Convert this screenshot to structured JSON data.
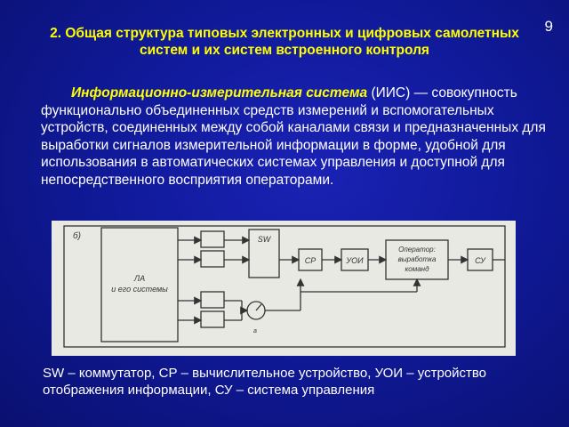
{
  "page_number": "9",
  "title": "2. Общая структура типовых электронных и цифровых самолетных систем и их систем встроенного контроля",
  "definition": {
    "term": "Информационно-измерительная система",
    "rest": " (ИИС) — совокупность функционально объединенных средств измерений и вспомогательных устройств, соединенных между собой каналами связи и предназначенных для выработки сигналов измерительной информации в форме, удобной для использования в автоматических системах управления и доступной для непосредственного восприятия операторами."
  },
  "diagram": {
    "label_b": "б)",
    "la_line1": "ЛА",
    "la_line2": "и его системы",
    "sw": "SW",
    "sr": "СР",
    "uoi": "УОИ",
    "operator_line1": "Оператор:",
    "operator_line2": "выработка",
    "operator_line3": "команд",
    "su": "СУ",
    "arrow_label": "a"
  },
  "caption": "SW – коммутатор, СР – вычислительное устройство, УОИ – устройство отображения информации, СУ – система управления"
}
